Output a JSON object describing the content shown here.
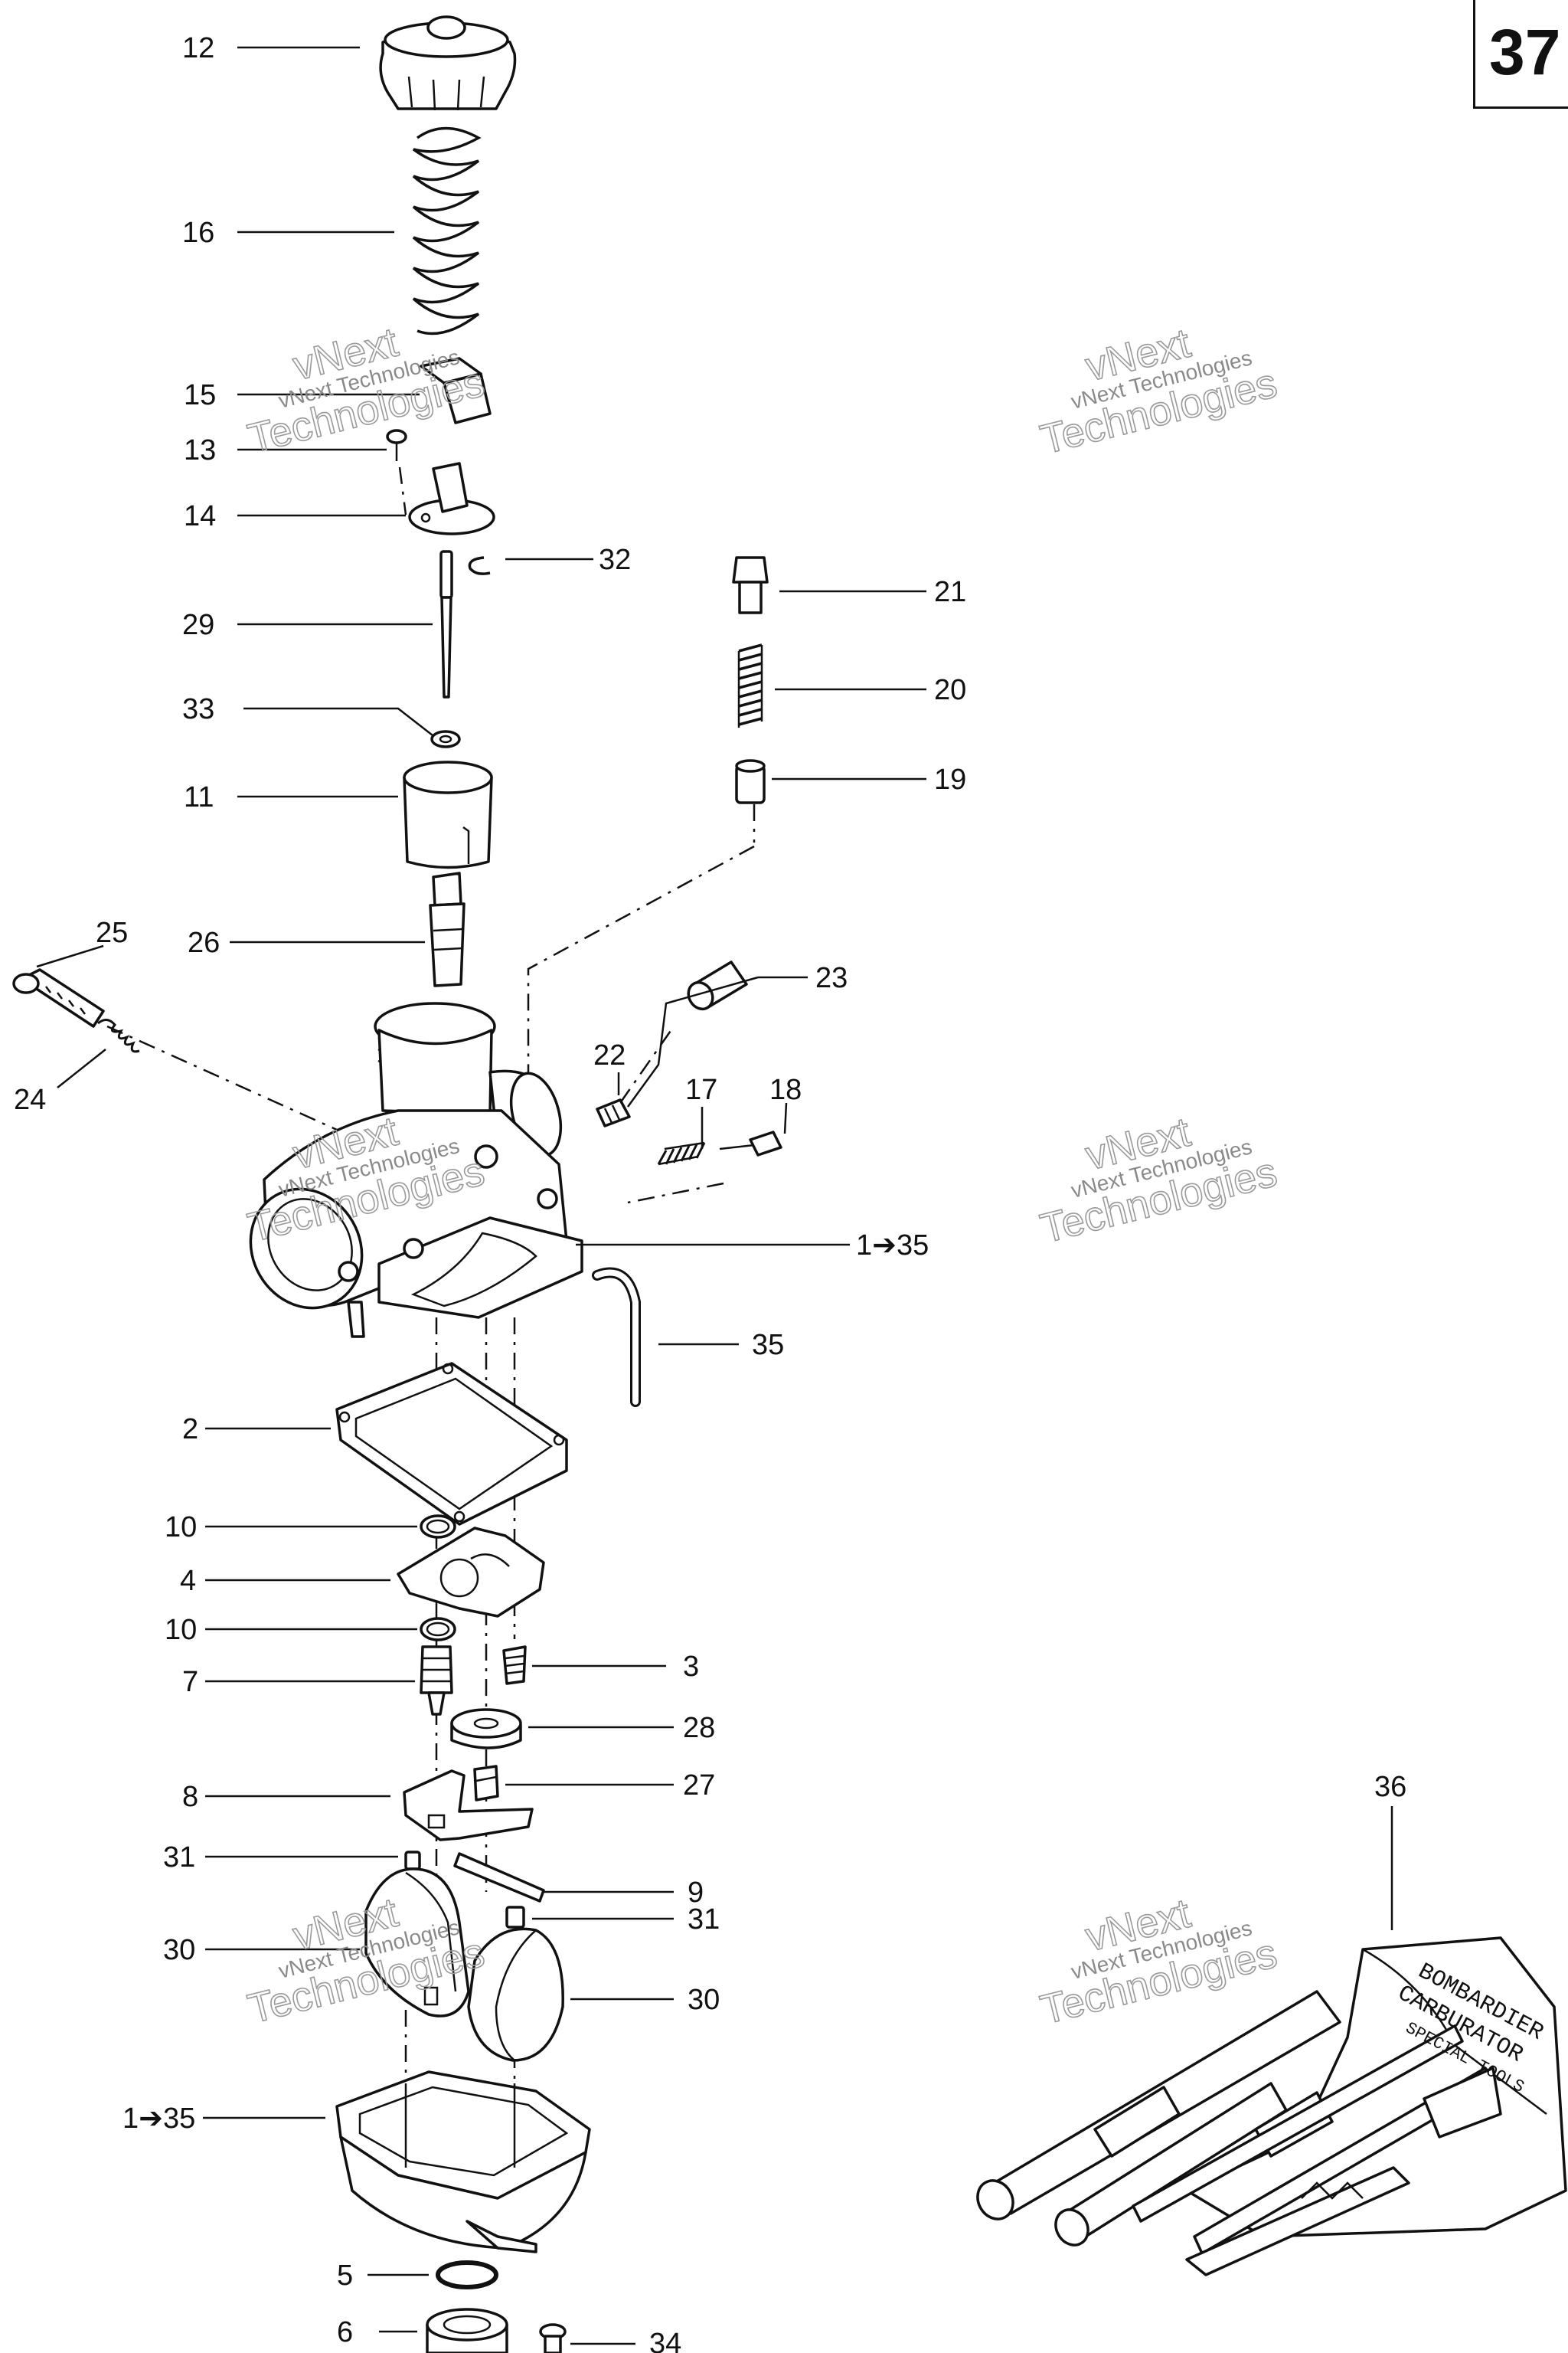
{
  "page_number": "37",
  "watermark": {
    "line1": "vNext",
    "line2": "Technologies",
    "small": "vNext Technologies"
  },
  "callouts": {
    "c12": "12",
    "c16": "16",
    "c15": "15",
    "c13": "13",
    "c14": "14",
    "c32": "32",
    "c29": "29",
    "c33": "33",
    "c11": "11",
    "c26": "26",
    "c21": "21",
    "c20": "20",
    "c19": "19",
    "c25": "25",
    "c24": "24",
    "c23": "23",
    "c22": "22",
    "c17": "17",
    "c18": "18",
    "c1_35a": "1➔35",
    "c35": "35",
    "c2": "2",
    "c10a": "10",
    "c4": "4",
    "c10b": "10",
    "c7": "7",
    "c3": "3",
    "c28": "28",
    "c8": "8",
    "c27": "27",
    "c31a": "31",
    "c9": "9",
    "c31b": "31",
    "c30a": "30",
    "c30b": "30",
    "c1_35b": "1➔35",
    "c5": "5",
    "c6": "6",
    "c34": "34",
    "c36": "36"
  },
  "tool_kit_pouch": {
    "line1": "BOMBARDIER",
    "line2": "CARBURATOR",
    "line3": "SPECIAL TOOLS"
  }
}
